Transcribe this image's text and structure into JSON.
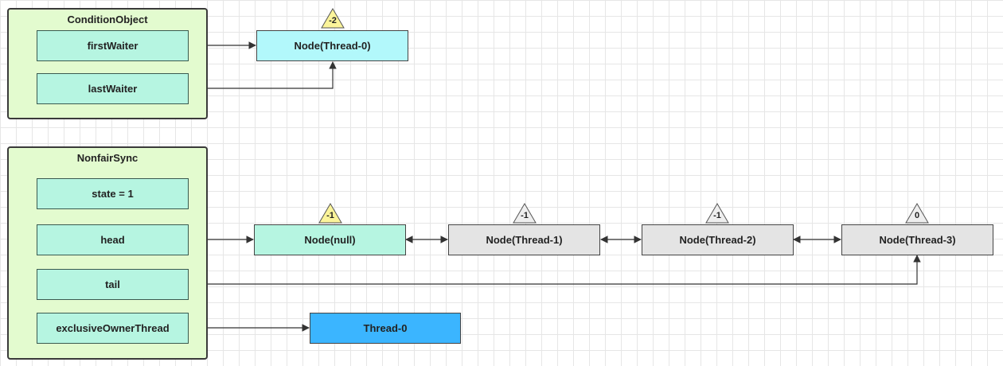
{
  "condition_object": {
    "title": "ConditionObject",
    "first_waiter": "firstWaiter",
    "last_waiter": "lastWaiter"
  },
  "nonfair_sync": {
    "title": "NonfairSync",
    "state": "state = 1",
    "head": "head",
    "tail": "tail",
    "exclusive_owner": "exclusiveOwnerThread"
  },
  "nodes": {
    "cond_node": "Node(Thread-0)",
    "null_node": "Node(null)",
    "thread1": "Node(Thread-1)",
    "thread2": "Node(Thread-2)",
    "thread3": "Node(Thread-3)",
    "owner_thread": "Thread-0"
  },
  "wait_status": {
    "cond_node": "-2",
    "null_node": "-1",
    "thread1": "-1",
    "thread2": "-1",
    "thread3": "0"
  },
  "colors": {
    "group_bg": "#e3fbcf",
    "field_bg": "#b6f5e1",
    "cond_node_bg": "#b2f8fb",
    "queue_node_bg": "#e4e4e4",
    "owner_bg": "#3bb5ff",
    "badge_highlight": "#fbf49a",
    "badge_default": "#eeeeee"
  }
}
